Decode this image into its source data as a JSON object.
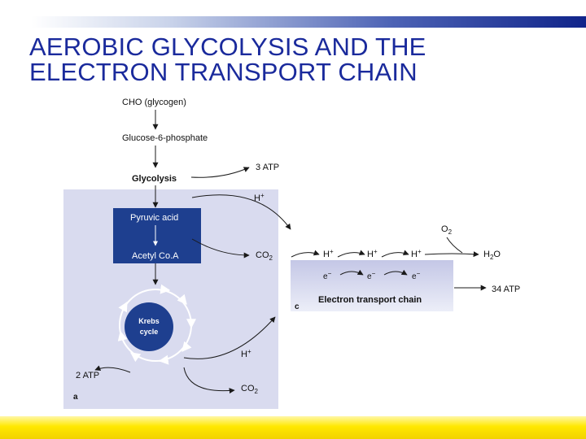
{
  "slide": {
    "title_line1": "AEROBIC GLYCOLYSIS AND THE",
    "title_line2": "ELECTRON TRANSPORT CHAIN"
  },
  "diagram": {
    "cho": "CHO (glycogen)",
    "g6p": "Glucose-6-phosphate",
    "glycolysis": "Glycolysis",
    "atp3": "3 ATP",
    "h_plus": "H",
    "plus": "+",
    "pyruvic": "Pyruvic acid",
    "acetyl": "Acetyl Co.A",
    "co2_a": "CO",
    "co2_b": "CO",
    "sub2": "2",
    "o2": "O",
    "h2o_h": "H",
    "h2o_o": "O",
    "e_minus": "e",
    "minus": "−",
    "etc": "Electron transport chain",
    "atp34": "34 ATP",
    "krebs1": "Krebs",
    "krebs2": "cycle",
    "atp2": "2 ATP",
    "panel_a": "a",
    "panel_c": "c"
  },
  "colors": {
    "title": "#1a2a9c",
    "panel_bg": "#d9dbef",
    "box_dark": "#1e3f8f",
    "arrow": "#1a1a1a"
  }
}
